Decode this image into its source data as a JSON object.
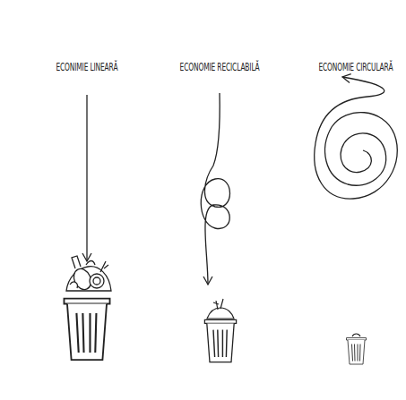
{
  "diagram": {
    "labels": [
      "ECONIMIE LINEARĂ",
      "ECONOMIE RECICLABILĂ",
      "ECONOMIE CIRCULARĂ"
    ]
  }
}
